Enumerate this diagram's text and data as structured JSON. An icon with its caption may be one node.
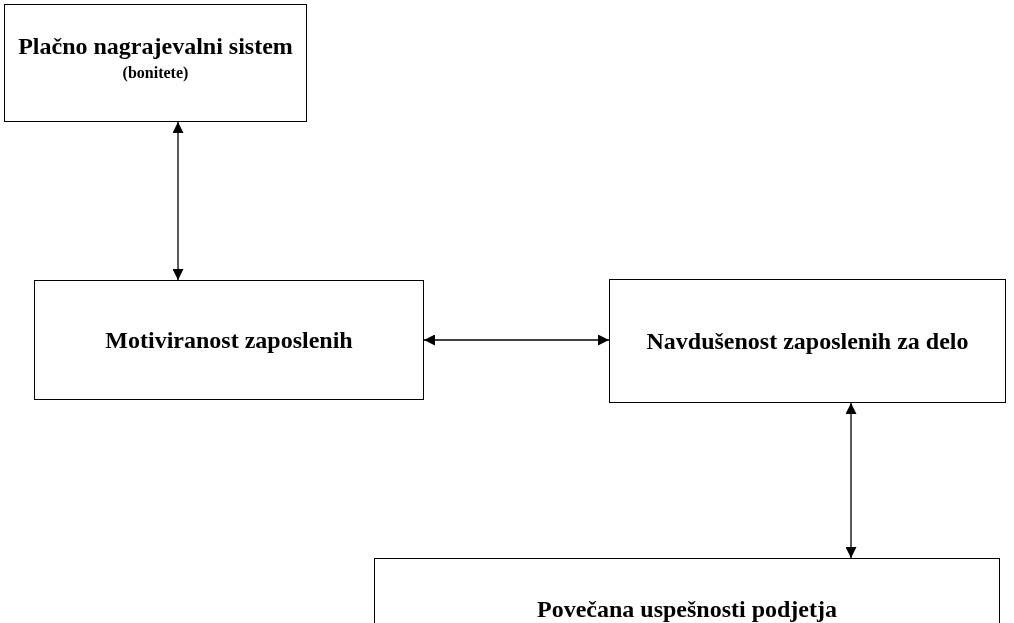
{
  "diagram": {
    "nodes": [
      {
        "text": [
          "Plačno nagrajevalni sistem",
          "(bonitete)"
        ]
      },
      {
        "text": [
          "Motiviranost zaposlenih"
        ]
      },
      {
        "text": [
          "Navdušenost zaposlenih za delo"
        ]
      },
      {
        "text": [
          "Povečana uspešnosti podjetja"
        ]
      }
    ],
    "edges": [
      {
        "from": 0,
        "to": 1,
        "arrow": "both"
      },
      {
        "from": 1,
        "to": 2,
        "arrow": "both"
      },
      {
        "from": 2,
        "to": 3,
        "arrow": "both"
      }
    ]
  }
}
